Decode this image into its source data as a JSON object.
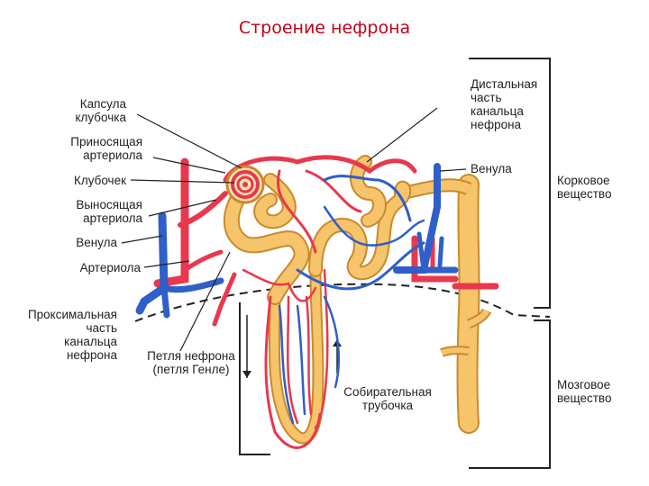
{
  "title": "Строение нефрона",
  "labels": {
    "capsule": "Капсула\nклубочка",
    "afferent": "Приносящая\nартериола",
    "glomerulus": "Клубочек",
    "efferent": "Выносящая\nартериола",
    "venule_left": "Венула",
    "arteriole_left": "Артериола",
    "proximal": "Проксимальная\nчасть\nканальца\nнефрона",
    "loop": "Петля нефрона\n(петля Генле)",
    "collecting": "Собирательная\nтрубочка",
    "distal": "Дистальная\nчасть\nканальца\nнефрона",
    "venule_right": "Венула",
    "cortex": "Корковое\nвещество",
    "medulla": "Мозговое\nвещество"
  },
  "colors": {
    "title": "#c0001a",
    "artery": "#e8384d",
    "vein": "#2f5fc8",
    "tubule": "#f6c46a",
    "tubule_outline": "#c98a2c"
  }
}
